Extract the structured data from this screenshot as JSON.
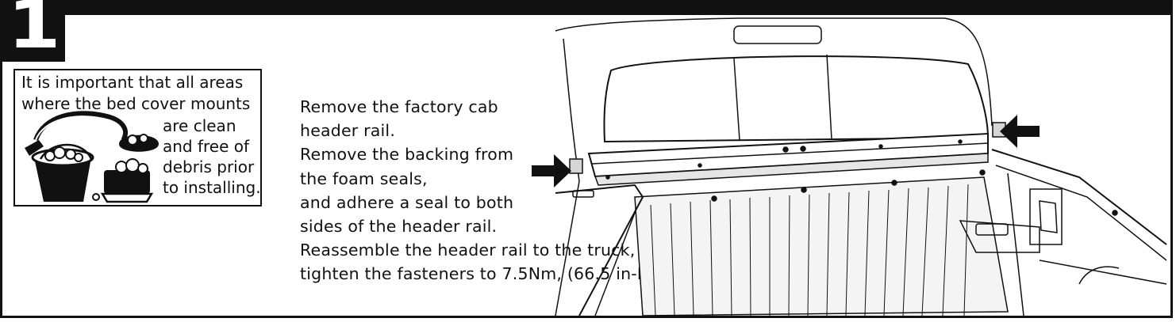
{
  "step": {
    "number": "1"
  },
  "note": {
    "lines": [
      "It is important that all areas",
      "where the bed cover mounts",
      "are clean",
      "and free of",
      "debris prior",
      "to installing."
    ]
  },
  "instructions": {
    "lines": [
      "Remove the factory cab",
      "header rail.",
      "Remove the backing from",
      "the foam seals,",
      "and adhere a seal to both",
      "sides of the header rail.",
      "Reassemble the header rail to the truck,",
      "tighten the fasteners to 7.5Nm, (66.5 in-lb)"
    ]
  },
  "icons": {
    "cleaning": "cleaning-supplies-icon",
    "arrows": "arrow-right-icon",
    "truck": "truck-bed-icon"
  },
  "colors": {
    "ink": "#111111",
    "paper": "#ffffff",
    "shade": "#dcdcdc"
  }
}
